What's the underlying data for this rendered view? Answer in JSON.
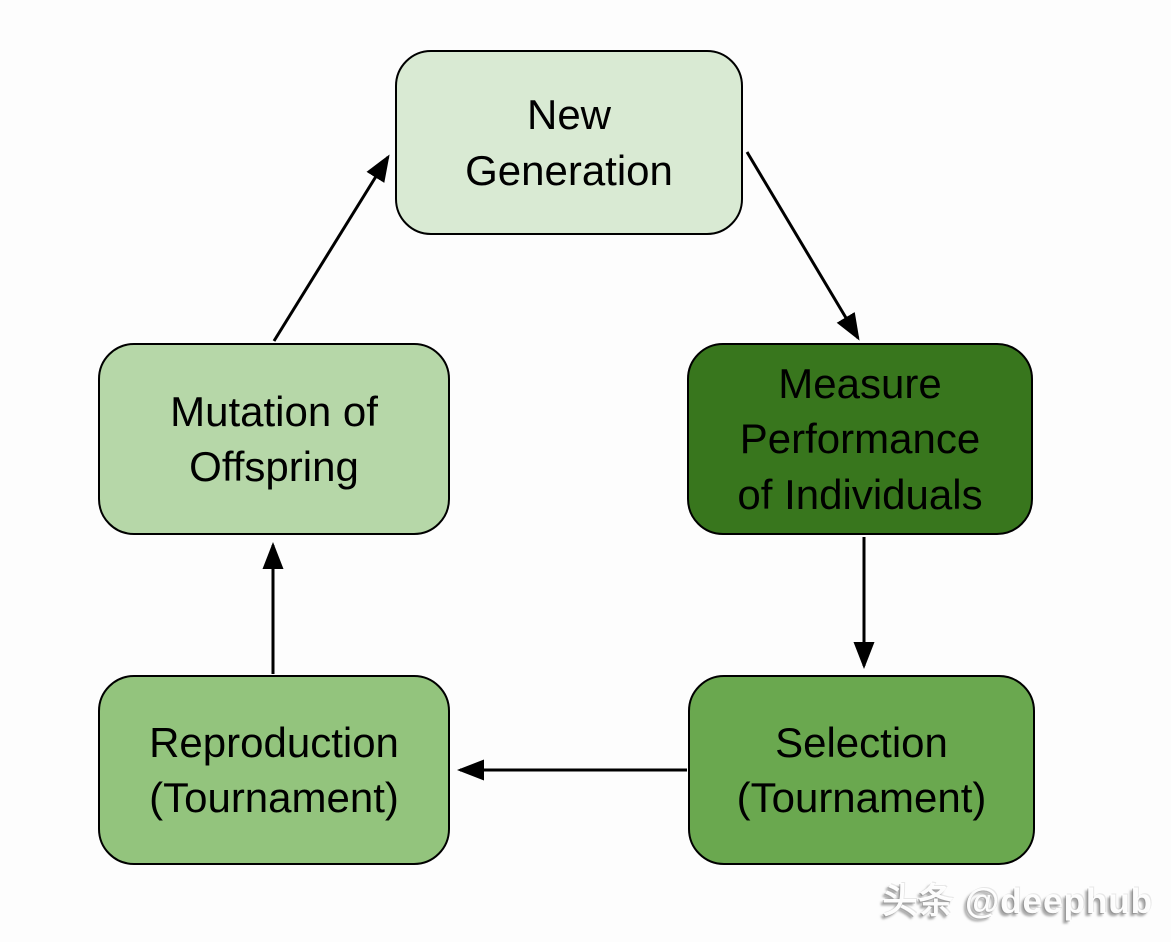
{
  "diagram": {
    "type": "cycle-flowchart",
    "topic": "Genetic algorithm loop",
    "nodes": [
      {
        "id": "new-generation",
        "label": "New\nGeneration",
        "fill": "#d9ead3"
      },
      {
        "id": "measure-performance",
        "label": "Measure\nPerformance\nof Individuals",
        "fill": "#38761d"
      },
      {
        "id": "selection",
        "label": "Selection\n(Tournament)",
        "fill": "#6aa84f"
      },
      {
        "id": "reproduction",
        "label": "Reproduction\n(Tournament)",
        "fill": "#93c47d"
      },
      {
        "id": "mutation",
        "label": "Mutation of\nOffspring",
        "fill": "#b6d7a8"
      }
    ],
    "edges": [
      {
        "from": "new-generation",
        "to": "measure-performance"
      },
      {
        "from": "measure-performance",
        "to": "selection"
      },
      {
        "from": "selection",
        "to": "reproduction"
      },
      {
        "from": "reproduction",
        "to": "mutation"
      },
      {
        "from": "mutation",
        "to": "new-generation"
      }
    ],
    "colors": {
      "background": "#fdfdfd",
      "node_border": "#000000",
      "node_text": "#000000",
      "arrow": "#000000"
    }
  },
  "watermark": {
    "text": "头条 @deephub"
  }
}
